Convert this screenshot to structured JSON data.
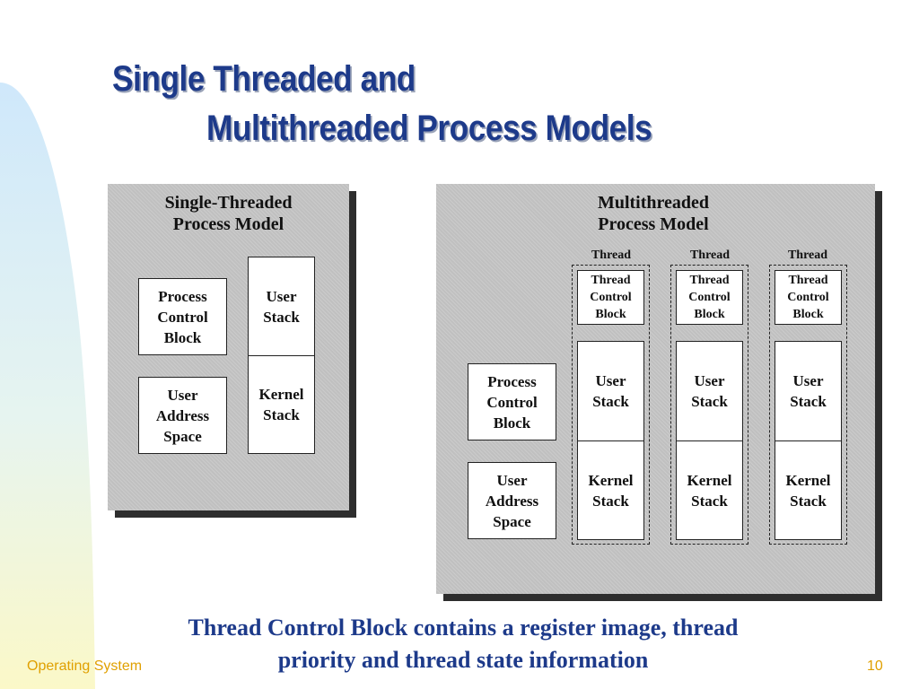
{
  "slide": {
    "title_line1": "Single Threaded and",
    "title_line2": "Multithreaded Process Models",
    "caption_line1": "Thread Control Block contains a register image, thread",
    "caption_line2": "priority and thread state information",
    "footer_left": "Operating System",
    "page_number": "10"
  },
  "single": {
    "title": "Single-Threaded\nProcess Model",
    "pcb": "Process\nControl\nBlock",
    "address_space": "User\nAddress\nSpace",
    "user_stack": "User\nStack",
    "kernel_stack": "Kernel\nStack"
  },
  "multi": {
    "title": "Multithreaded\nProcess Model",
    "pcb": "Process\nControl\nBlock",
    "address_space": "User\nAddress\nSpace",
    "threads": [
      {
        "label": "Thread",
        "tcb": "Thread\nControl\nBlock",
        "user_stack": "User\nStack",
        "kernel_stack": "Kernel\nStack"
      },
      {
        "label": "Thread",
        "tcb": "Thread\nControl\nBlock",
        "user_stack": "User\nStack",
        "kernel_stack": "Kernel\nStack"
      },
      {
        "label": "Thread",
        "tcb": "Thread\nControl\nBlock",
        "user_stack": "User\nStack",
        "kernel_stack": "Kernel\nStack"
      }
    ]
  },
  "colors": {
    "title": "#1d3a8a",
    "footer": "#e0a000",
    "panel": "#c0c0c0"
  }
}
